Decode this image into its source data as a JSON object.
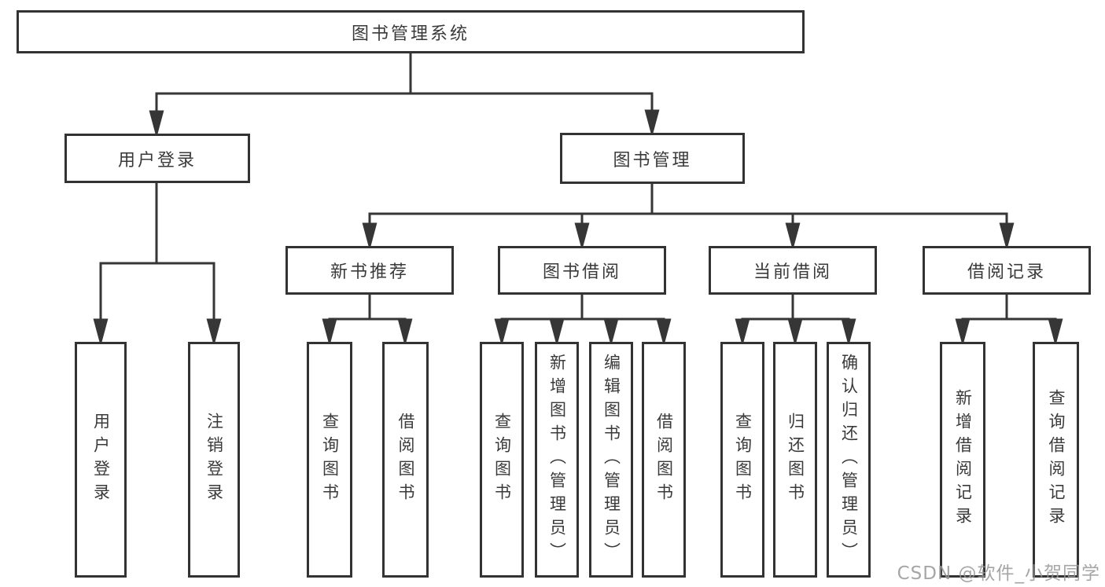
{
  "tree": {
    "root": {
      "label": "图书管理系统"
    },
    "branches": [
      {
        "label": "用户登录",
        "children": [
          {
            "label": "用户登录"
          },
          {
            "label": "注销登录"
          }
        ]
      },
      {
        "label": "图书管理",
        "children": [
          {
            "label": "新书推荐",
            "children": [
              {
                "label": "查询图书"
              },
              {
                "label": "借阅图书"
              }
            ]
          },
          {
            "label": "图书借阅",
            "children": [
              {
                "label": "查询图书"
              },
              {
                "label": "新增图书（管理员）"
              },
              {
                "label": "编辑图书（管理员）"
              },
              {
                "label": "借阅图书"
              }
            ]
          },
          {
            "label": "当前借阅",
            "children": [
              {
                "label": "查询图书"
              },
              {
                "label": "归还图书"
              },
              {
                "label": "确认归还（管理员）"
              }
            ]
          },
          {
            "label": "借阅记录",
            "children": [
              {
                "label": "新增借阅记录"
              },
              {
                "label": "查询借阅记录"
              }
            ]
          }
        ]
      }
    ]
  },
  "watermark": {
    "text": "CSDN @软件_小贺同学"
  },
  "colors": {
    "line": "#363636",
    "box_border": "#333333",
    "text": "#3a3a3a",
    "watermark": "#969696",
    "background": "#ffffff"
  }
}
